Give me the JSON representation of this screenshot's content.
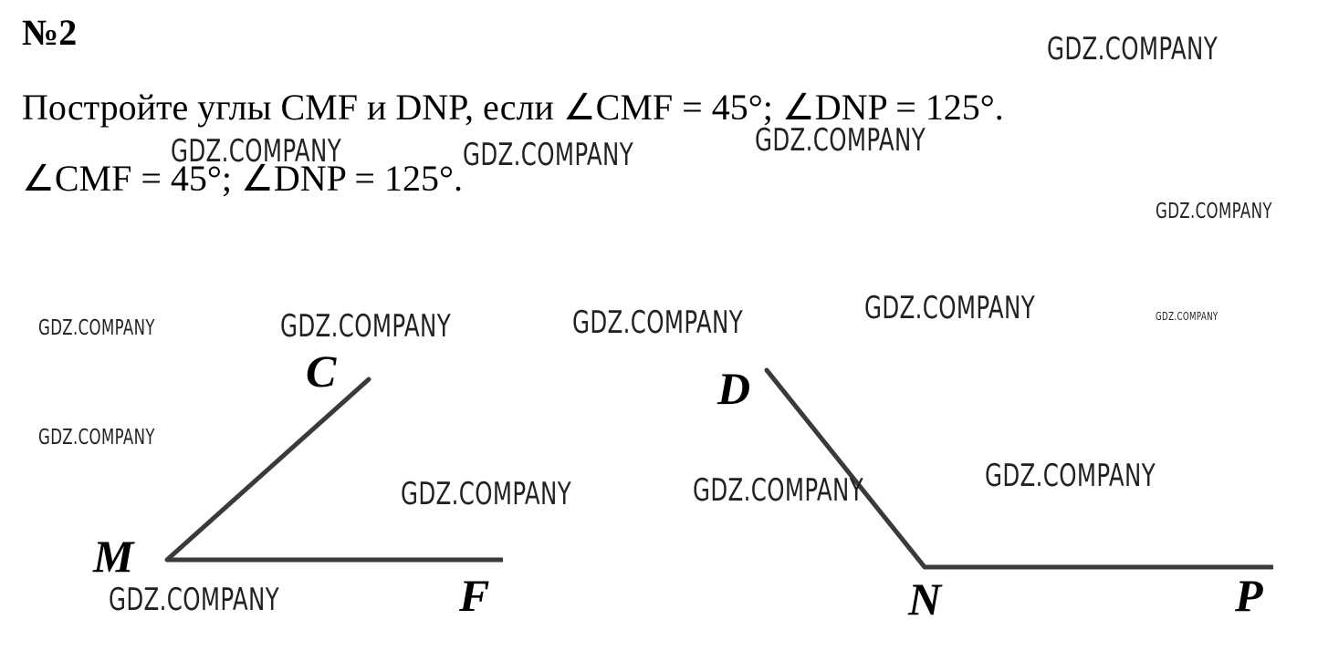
{
  "task": {
    "number": "№2",
    "statement": "Постройте углы CMF и DNP, если ∠CMF = 45°; ∠DNP = 125°.",
    "answer": "∠CMF = 45°; ∠DNP = 125°."
  },
  "diagram": {
    "angle_CMF": {
      "vertex": "M",
      "ray1": "C",
      "ray2": "F",
      "degrees": 45
    },
    "angle_DNP": {
      "vertex": "N",
      "ray1": "D",
      "ray2": "P",
      "degrees": 125
    },
    "line_color": "#3a3a3a"
  },
  "watermark": "GDZ.COMPANY"
}
